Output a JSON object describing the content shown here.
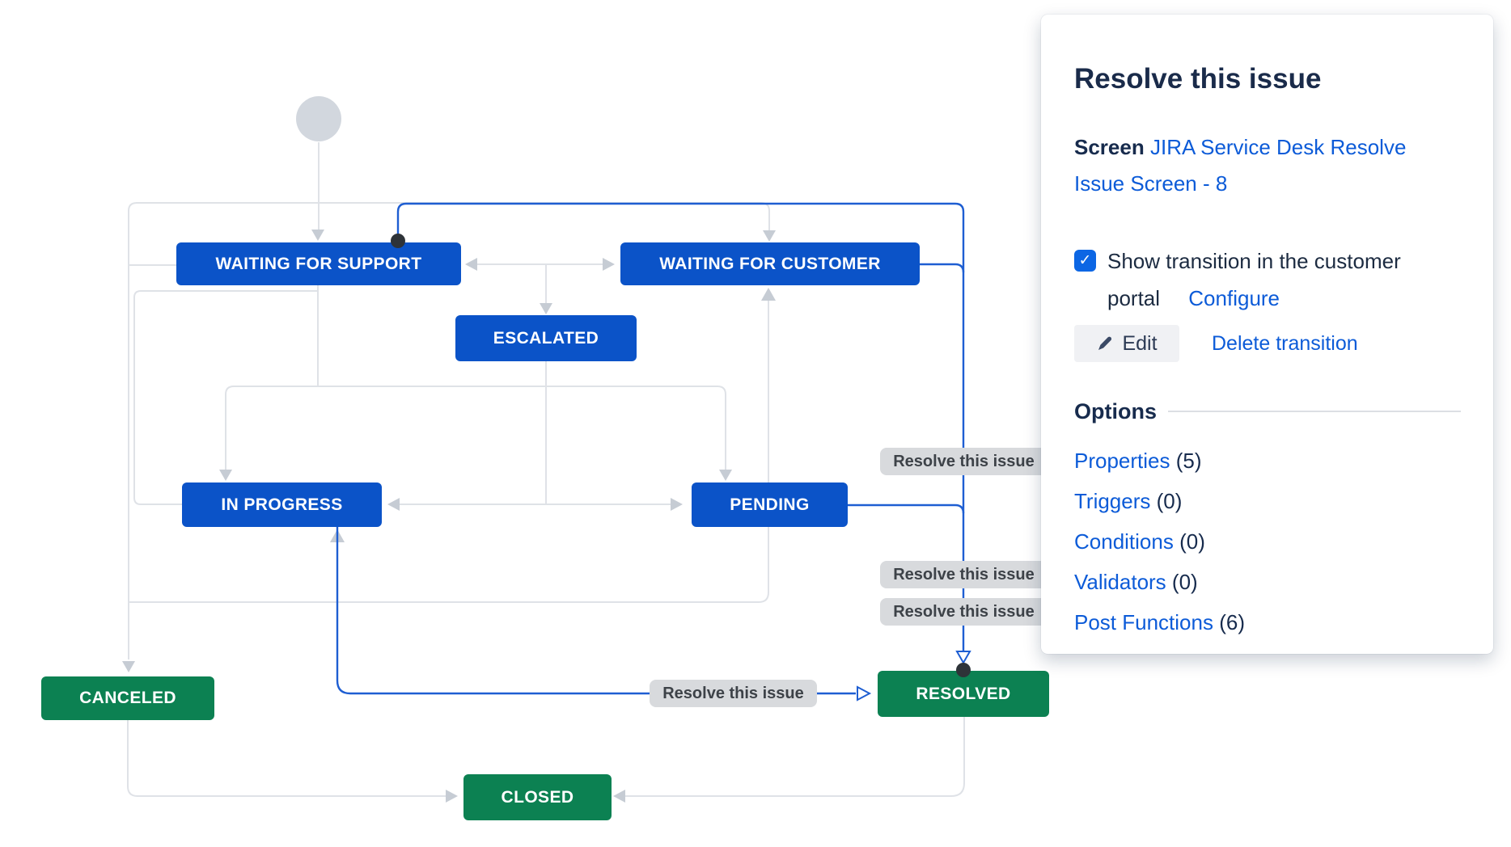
{
  "panel": {
    "title": "Resolve this issue",
    "screen_label": "Screen",
    "screen_link": "JIRA Service Desk Resolve Issue Screen - 8",
    "checkbox": {
      "checked": true,
      "check_glyph": "✓",
      "label": "Show transition in the customer portal"
    },
    "configure_link": "Configure",
    "edit_button": "Edit",
    "delete_link": "Delete transition",
    "options_heading": "Options",
    "options": [
      {
        "label": "Properties",
        "count": "(5)"
      },
      {
        "label": "Triggers",
        "count": "(0)"
      },
      {
        "label": "Conditions",
        "count": "(0)"
      },
      {
        "label": "Validators",
        "count": "(0)"
      },
      {
        "label": "Post Functions",
        "count": "(6)"
      }
    ]
  },
  "diagram": {
    "transition_label": "Resolve this issue",
    "statuses": [
      {
        "id": "waiting-for-support",
        "label": "WAITING FOR SUPPORT",
        "kind": "blue"
      },
      {
        "id": "waiting-for-customer",
        "label": "WAITING FOR CUSTOMER",
        "kind": "blue"
      },
      {
        "id": "escalated",
        "label": "ESCALATED",
        "kind": "blue"
      },
      {
        "id": "in-progress",
        "label": "IN PROGRESS",
        "kind": "blue"
      },
      {
        "id": "pending",
        "label": "PENDING",
        "kind": "blue"
      },
      {
        "id": "canceled",
        "label": "CANCELED",
        "kind": "green"
      },
      {
        "id": "resolved",
        "label": "RESOLVED",
        "kind": "green"
      },
      {
        "id": "closed",
        "label": "CLOSED",
        "kind": "green"
      }
    ]
  },
  "colors": {
    "status_blue": "#0b53c8",
    "status_green": "#0c8152",
    "selected_transition_blue": "#1e5ed2",
    "line_gray": "#dfe2e7",
    "arrow_gray": "#c6ccd4",
    "label_bg": "#d8dadd",
    "link_blue": "#0c5bd8",
    "text_dark": "#172b4d",
    "checkbox_blue": "#0c66e4"
  }
}
